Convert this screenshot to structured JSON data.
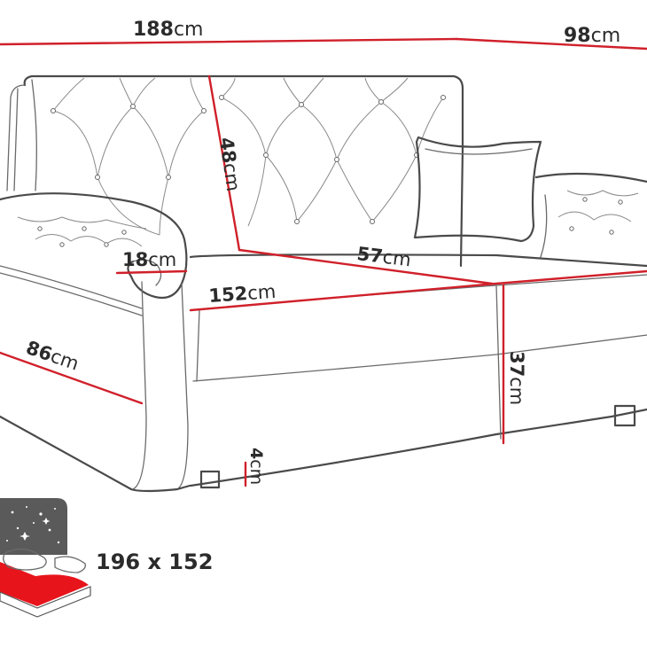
{
  "colors": {
    "dimension_line": "#d0202a",
    "outline": "#4a4a4a",
    "label_text": "#2b2b2b",
    "mattress_red": "#e8141c",
    "starry_bg": "#5a5a5a"
  },
  "dimensions": {
    "width_total": {
      "value": "188",
      "unit": "cm"
    },
    "depth_total": {
      "value": "98",
      "unit": "cm"
    },
    "backrest_height": {
      "value": "48",
      "unit": "cm"
    },
    "armrest_width": {
      "value": "18",
      "unit": "cm"
    },
    "seat_depth": {
      "value": "57",
      "unit": "cm"
    },
    "seat_width": {
      "value": "152",
      "unit": "cm"
    },
    "height_total": {
      "value": "86",
      "unit": "cm"
    },
    "seat_height": {
      "value": "37",
      "unit": "cm"
    },
    "leg_height": {
      "value": "4",
      "unit": "cm"
    }
  },
  "sleeping_area": {
    "icon": "bed-mattress-icon",
    "size_text": "196 x 152"
  }
}
